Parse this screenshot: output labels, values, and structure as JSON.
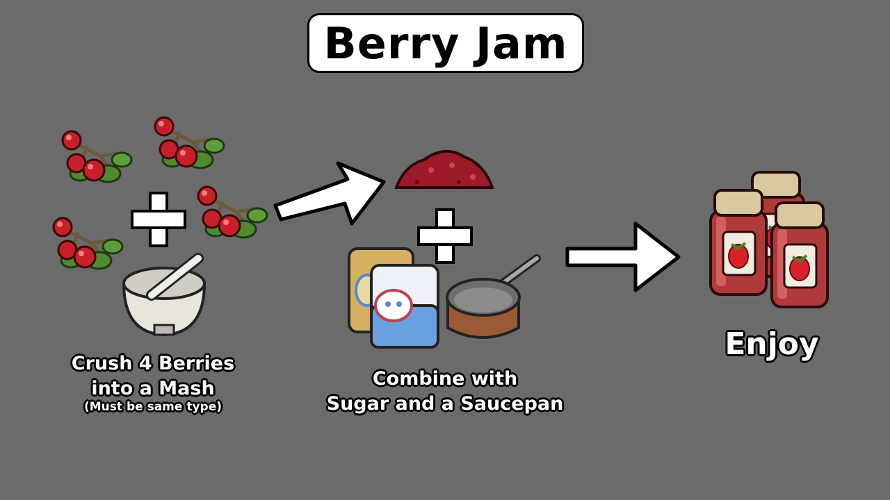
{
  "title": "Berry Jam",
  "steps": [
    {
      "caption_line1": "Crush 4 Berries",
      "caption_line2": "into a Mash",
      "note": "(Must be same type)"
    },
    {
      "caption_line1": "Combine with",
      "caption_line2": "Sugar and a Saucepan"
    },
    {
      "caption": "Enjoy"
    }
  ],
  "colors": {
    "background": "#6b6b6b",
    "berry": "#c8202a",
    "leaf": "#4f8a2e",
    "mash": "#9b1c28",
    "jar": "#b03a3a",
    "lid": "#d9c9a0",
    "pan": "#9a5a35",
    "sugar": "#6aa0e0"
  },
  "icons": [
    "berry-branch-icon",
    "mortar-and-pestle-icon",
    "plus-icon",
    "arrow-right-icon",
    "berry-mash-icon",
    "sugar-bag-icon",
    "saucepan-icon",
    "jam-jar-icon"
  ]
}
